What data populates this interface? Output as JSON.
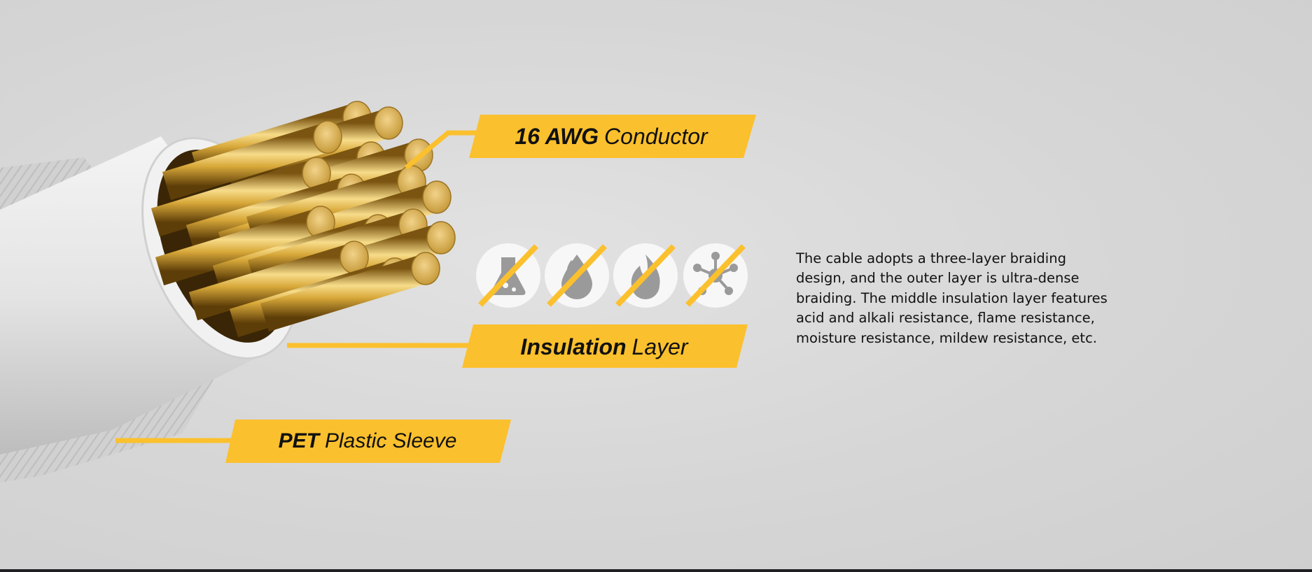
{
  "labels": {
    "conductor": {
      "bold": "16 AWG",
      "rest": "Conductor"
    },
    "insulation": {
      "bold": "Insulation",
      "rest": "Layer"
    },
    "sleeve": {
      "bold": "PET",
      "rest": "Plastic Sleeve"
    }
  },
  "description": "The cable adopts a three-layer braiding design, and the outer layer is ultra-dense braiding. The middle insulation layer features acid and alkali resistance, flame resistance, moisture resistance, mildew resistance, etc.",
  "icons": [
    "acid-flask-icon",
    "water-drop-icon",
    "flame-icon",
    "mold-spore-icon"
  ],
  "colors": {
    "accent": "#fbc02d",
    "gold": "#d8a83a",
    "background": "#d9d9d9"
  }
}
